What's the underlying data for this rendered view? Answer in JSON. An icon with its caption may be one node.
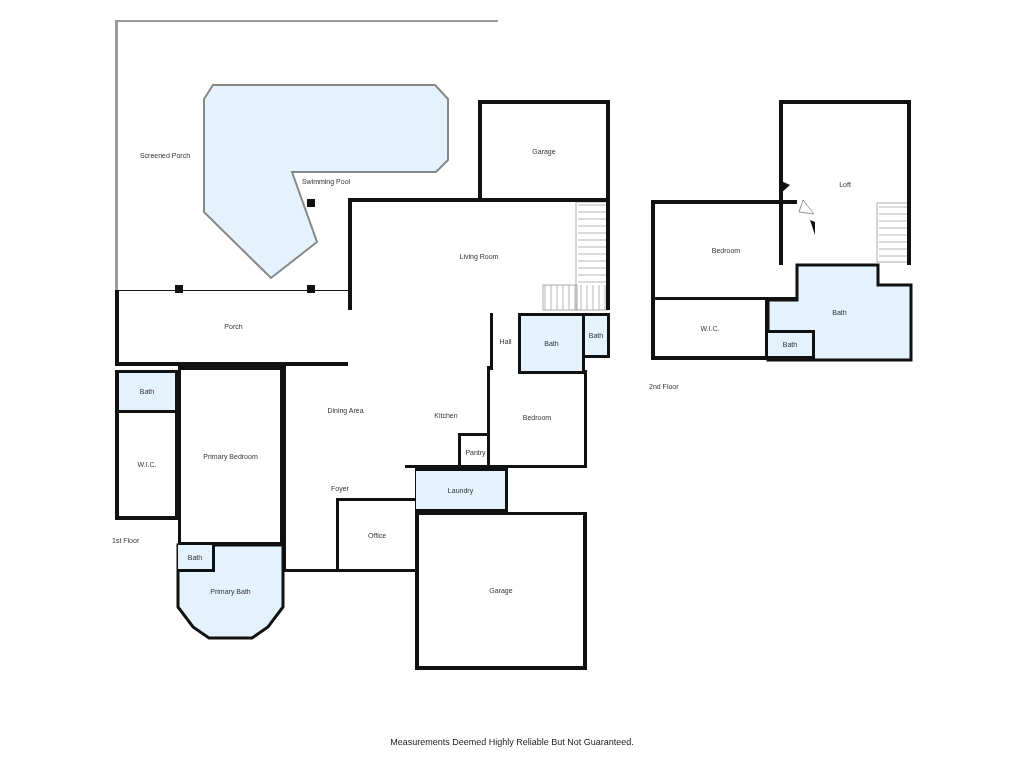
{
  "diagram": {
    "caption": "Measurements Deemed Highly Reliable But Not Guaranteed.",
    "nodes": [
      {
        "text": [
          "Screened Porch"
        ]
      },
      {
        "text": [
          "Swimming Pool"
        ],
        "in": 0
      },
      {
        "text": [
          "Garage"
        ]
      },
      {
        "text": [
          "Living Room"
        ]
      },
      {
        "text": [
          "Porch"
        ]
      },
      {
        "text": [
          "Hall"
        ]
      },
      {
        "text": [
          "Bath"
        ]
      },
      {
        "text": [
          "Bath"
        ]
      },
      {
        "text": [
          "Bath"
        ]
      },
      {
        "text": [
          "Dining Area"
        ]
      },
      {
        "text": [
          "Kitchen"
        ]
      },
      {
        "text": [
          "Primary Bedroom"
        ]
      },
      {
        "text": [
          "W.I.C."
        ]
      },
      {
        "text": [
          "Bedroom"
        ]
      },
      {
        "text": [
          "Pantry"
        ],
        "in": 10
      },
      {
        "text": [
          "Foyer"
        ]
      },
      {
        "text": [
          "Laundry"
        ]
      },
      {
        "text": [
          "Office"
        ],
        "in": 15
      },
      {
        "text": [
          "Primary Bath"
        ]
      },
      {
        "text": [
          "Bath"
        ],
        "in": 18
      },
      {
        "text": [
          "Garage"
        ]
      },
      {
        "text": [
          "Loft"
        ]
      },
      {
        "text": [
          "Bedroom"
        ]
      },
      {
        "text": [
          "Bath"
        ]
      },
      {
        "text": [
          "W.I.C."
        ]
      },
      {
        "text": [
          "Bath"
        ],
        "in": 23
      }
    ],
    "labels": [
      "1st Floor",
      "2nd Floor"
    ]
  }
}
